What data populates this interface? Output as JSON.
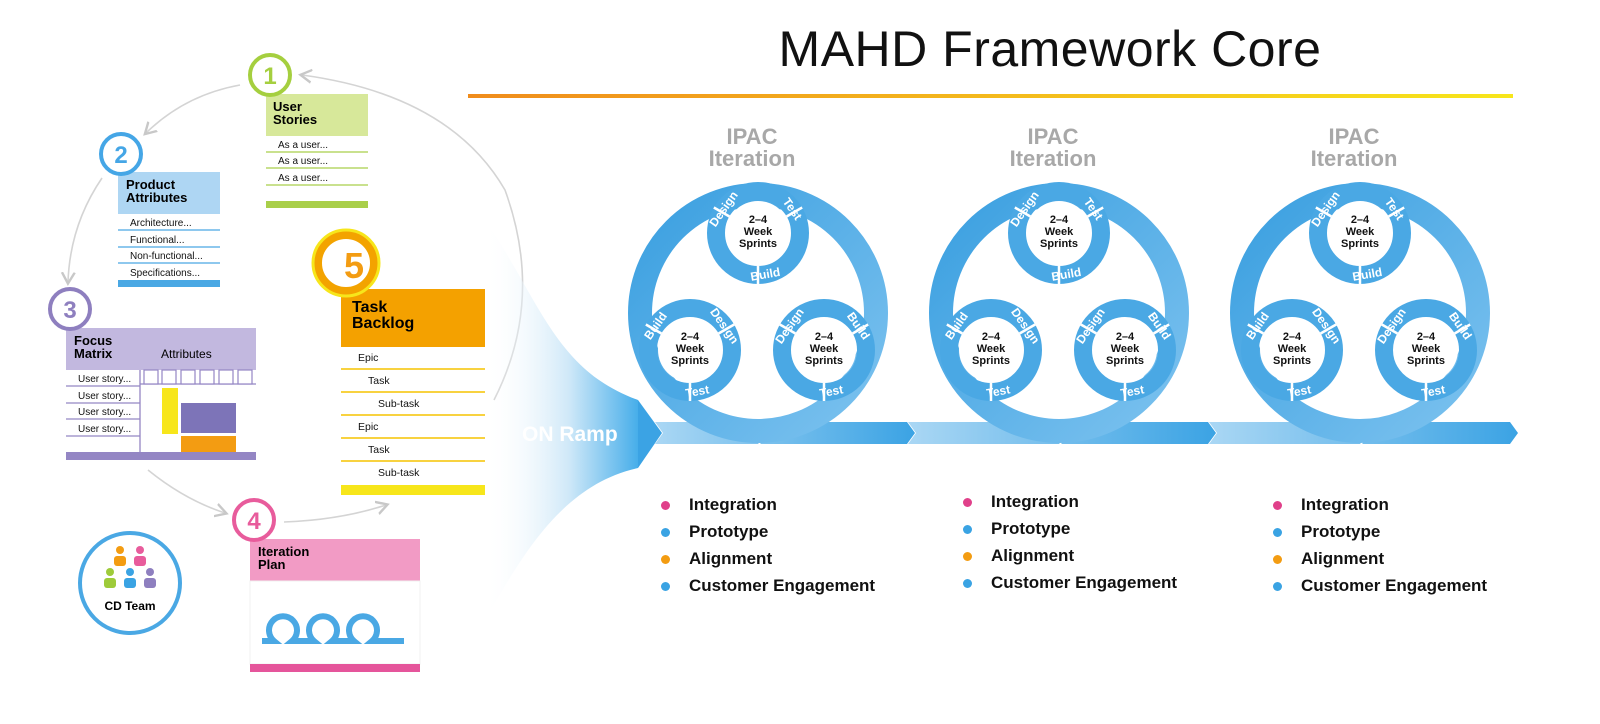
{
  "title": "MAHD Framework Core",
  "colors": {
    "accent_orange": "#f39c12",
    "accent_yellow": "#f7e61b",
    "blue": "#3aa3e3",
    "green": "#9ecb3a",
    "purple": "#8e7fbf",
    "pink": "#e85c9c",
    "orange": "#f39c12"
  },
  "steps": [
    {
      "number": "1",
      "title_line1": "User",
      "title_line2": "Stories",
      "rows": [
        "As a user...",
        "As a user...",
        "As a user..."
      ]
    },
    {
      "number": "2",
      "title_line1": "Product",
      "title_line2": "Attributes",
      "rows": [
        "Architecture...",
        "Functional...",
        "Non-functional...",
        "Specifications..."
      ]
    },
    {
      "number": "3",
      "title_line1": "Focus",
      "title_line2": "Matrix",
      "column_header": "Attributes",
      "rows": [
        "User story...",
        "User story...",
        "User story...",
        "User story..."
      ]
    },
    {
      "number": "4",
      "title_line1": "Iteration",
      "title_line2": "Plan"
    },
    {
      "number": "5",
      "title_line1": "Task",
      "title_line2": "Backlog",
      "rows": [
        "Epic",
        "Task",
        "Sub-task",
        "Epic",
        "Task",
        "Sub-task"
      ]
    }
  ],
  "team": {
    "label": "CD Team",
    "icon": "team-people-icon"
  },
  "on_ramp": "ON Ramp",
  "iterations": [
    {
      "title_line1": "IPAC",
      "title_line2": "Iteration",
      "sprint_line1": "2–4",
      "sprint_line2": "Week",
      "sprint_line3": "Sprints",
      "phases": [
        "Design",
        "Test",
        "Build"
      ],
      "bullets": [
        "Integration",
        "Prototype",
        "Alignment",
        "Customer Engagement"
      ]
    },
    {
      "title_line1": "IPAC",
      "title_line2": "Iteration",
      "sprint_line1": "2–4",
      "sprint_line2": "Week",
      "sprint_line3": "Sprints",
      "phases": [
        "Design",
        "Test",
        "Build"
      ],
      "bullets": [
        "Integration",
        "Prototype",
        "Alignment",
        "Customer Engagement"
      ]
    },
    {
      "title_line1": "IPAC",
      "title_line2": "Iteration",
      "sprint_line1": "2–4",
      "sprint_line2": "Week",
      "sprint_line3": "Sprints",
      "phases": [
        "Design",
        "Test",
        "Build"
      ],
      "bullets": [
        "Integration",
        "Prototype",
        "Alignment",
        "Customer Engagement"
      ]
    }
  ],
  "bullet_colors": [
    "#e0408a",
    "#3aa3e3",
    "#f39c12",
    "#3aa3e3"
  ]
}
